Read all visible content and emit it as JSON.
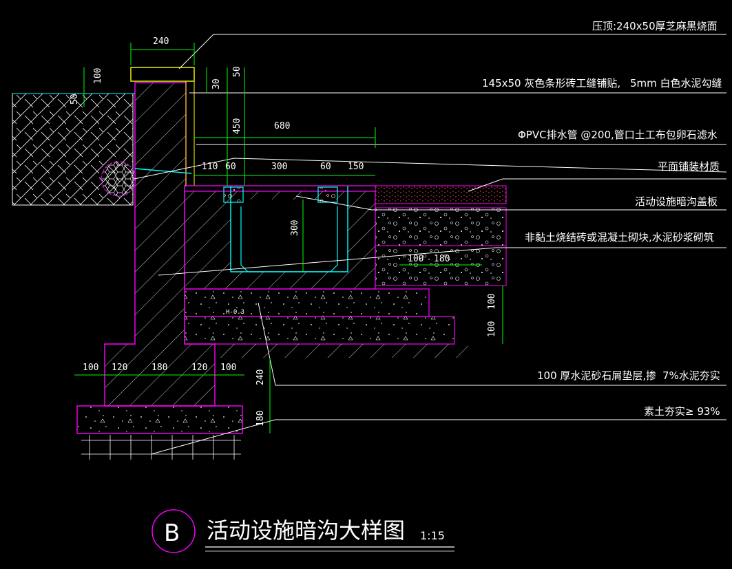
{
  "colors": {
    "background": "#000000",
    "outline": "#ff00ff",
    "water": "#00ffff",
    "dimension": "#00ff00",
    "leader": "#ffffff",
    "gravel": "#ff2020",
    "edge": "#ffff00"
  },
  "notes": [
    "压顶:240x50厚芝麻黑烧面",
    "145x50 灰色条形砖工缝铺贴,",
    "5mm 白色水泥勾缝",
    "ΦPVC排水管 @200,管口土工布包卵石滤水",
    "平面铺装材质",
    "活动设施暗沟盖板",
    "非黏土烧结砖或混凝土砌块,水泥砂浆砌筑",
    "100 厚水泥砂石屑垫层,掺",
    "7%水泥夯实",
    "素土夯实≥ 93%"
  ],
  "dims": {
    "cap_w": "240",
    "cap_h": "100",
    "wall_off": "50",
    "h50": "50",
    "h30": "30",
    "h450": "450",
    "w680": "680",
    "seg": [
      "110",
      "60",
      "300",
      "60",
      "150"
    ],
    "d300": "300",
    "slope": "H-0.3",
    "b100a": "100",
    "b180a": "180",
    "r100": "100",
    "r100b": "100",
    "foot": [
      "100",
      "120",
      "180",
      "120",
      "100"
    ],
    "f240": "240",
    "f180": "180"
  },
  "title": {
    "mark": "B",
    "text": "活动设施暗沟大样图",
    "scale": "1:15"
  }
}
